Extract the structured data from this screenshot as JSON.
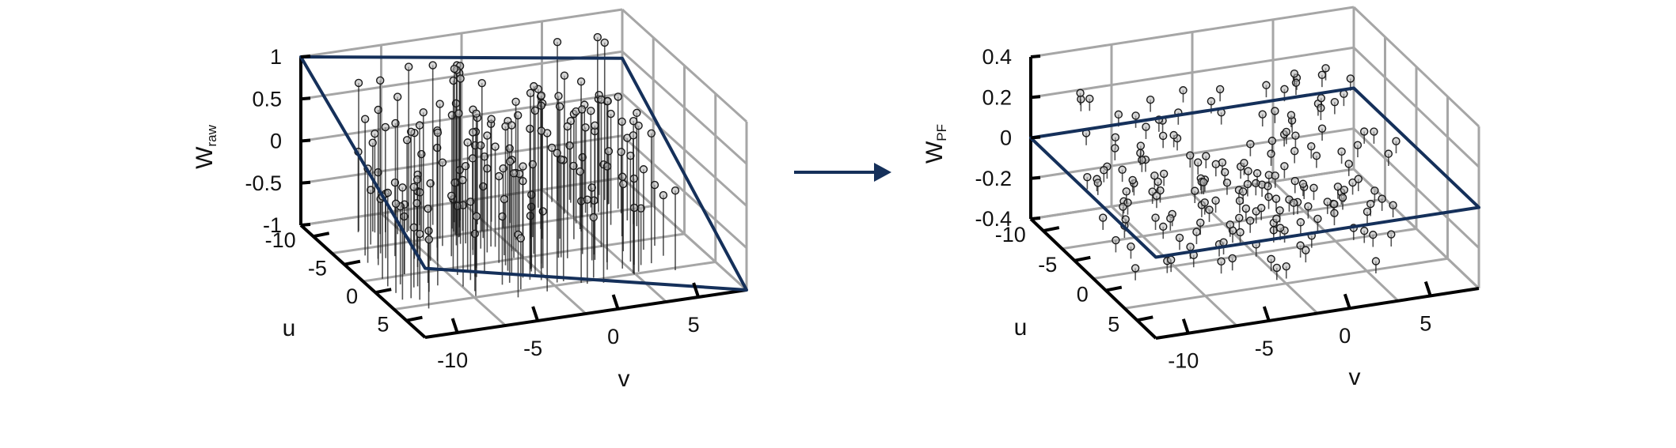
{
  "colors": {
    "grid": "#a6a6a6",
    "axis": "#000000",
    "plane": "#15305a",
    "stem": "#1a1a1a",
    "arrow": "#15305a"
  },
  "arrow": {
    "icon": "right-arrow-icon"
  },
  "chart_data": [
    {
      "type": "scatter",
      "variant": "3d-stem",
      "zlabel_main": "W",
      "zlabel_sub": "raw",
      "xlabel": "u",
      "ylabel": "v",
      "u_ticks": [
        "-10",
        "-5",
        "0",
        "5"
      ],
      "v_ticks": [
        "-10",
        "-5",
        "0",
        "5"
      ],
      "z_ticks": [
        "1",
        "0.5",
        "0",
        "-0.5",
        "-1"
      ],
      "ulim": [
        -12,
        8
      ],
      "vlim": [
        -12,
        8
      ],
      "zlim": [
        -1,
        1
      ],
      "grid": true,
      "fitted_plane": {
        "corner_z": [
          1,
          0.42,
          -1,
          -0.18
        ]
      },
      "stem_region": {
        "u_range": [
          -10,
          4
        ],
        "v_range": [
          -11,
          6
        ],
        "z_range": [
          -0.4,
          1
        ]
      }
    },
    {
      "type": "scatter",
      "variant": "3d-stem",
      "zlabel_main": "W",
      "zlabel_sub": "PF",
      "xlabel": "u",
      "ylabel": "v",
      "u_ticks": [
        "-10",
        "-5",
        "0",
        "5"
      ],
      "v_ticks": [
        "-10",
        "-5",
        "0",
        "5"
      ],
      "z_ticks": [
        "0.4",
        "0.2",
        "0",
        "-0.2",
        "-0.4"
      ],
      "ulim": [
        -12,
        8
      ],
      "vlim": [
        -12,
        8
      ],
      "zlim": [
        -0.4,
        0.4
      ],
      "grid": true,
      "fitted_plane": {
        "corner_z": [
          0,
          0,
          0,
          0
        ]
      },
      "stem_region": {
        "u_range": [
          -10,
          4
        ],
        "v_range": [
          -11,
          6
        ],
        "z_range": [
          -0.35,
          0.3
        ]
      }
    }
  ]
}
